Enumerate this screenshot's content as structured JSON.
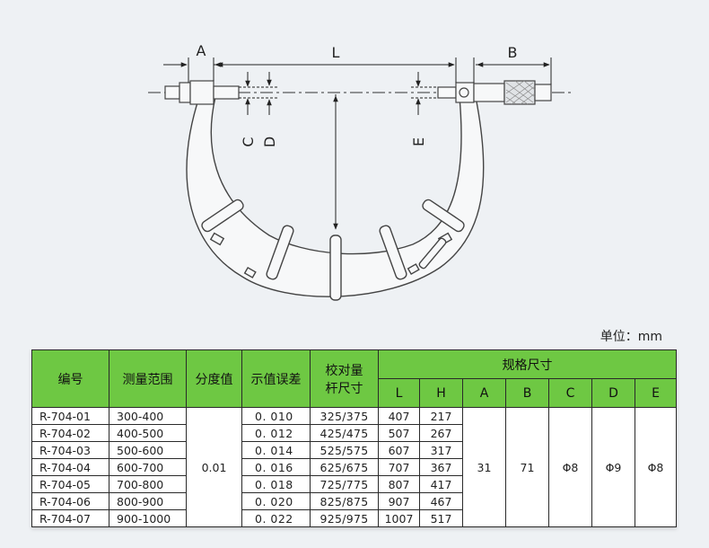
{
  "diagram": {
    "labels": {
      "A": "A",
      "L": "L",
      "B": "B",
      "C": "C",
      "D": "D",
      "E": "E"
    }
  },
  "unit_label": "单位：mm",
  "table": {
    "headers": {
      "code": "编号",
      "range": "测量范围",
      "resolution": "分度值",
      "error": "示值误差",
      "rod_line1": "校对量",
      "rod_line2": "杆尺寸",
      "spec": "规格尺寸",
      "L": "L",
      "H": "H",
      "A": "A",
      "B": "B",
      "C": "C",
      "D": "D",
      "E": "E"
    },
    "rows": [
      {
        "code": "R-704-01",
        "range": "300-400",
        "error": "0. 010",
        "rod": "325/375",
        "L": "407",
        "H": "217"
      },
      {
        "code": "R-704-02",
        "range": "400-500",
        "error": "0. 012",
        "rod": "425/475",
        "L": "507",
        "H": "267"
      },
      {
        "code": "R-704-03",
        "range": "500-600",
        "error": "0. 014",
        "rod": "525/575",
        "L": "607",
        "H": "317"
      },
      {
        "code": "R-704-04",
        "range": "600-700",
        "error": "0. 016",
        "rod": "625/675",
        "L": "707",
        "H": "367"
      },
      {
        "code": "R-704-05",
        "range": "700-800",
        "error": "0. 018",
        "rod": "725/775",
        "L": "807",
        "H": "417"
      },
      {
        "code": "R-704-06",
        "range": "800-900",
        "error": "0. 020",
        "rod": "825/875",
        "L": "907",
        "H": "467"
      },
      {
        "code": "R-704-07",
        "range": "900-1000",
        "error": "0. 022",
        "rod": "925/975",
        "L": "1007",
        "H": "517"
      }
    ],
    "shared": {
      "resolution": "0.01",
      "A": "31",
      "B": "71",
      "C": "Φ8",
      "D": "Φ9",
      "E": "Φ8"
    }
  }
}
